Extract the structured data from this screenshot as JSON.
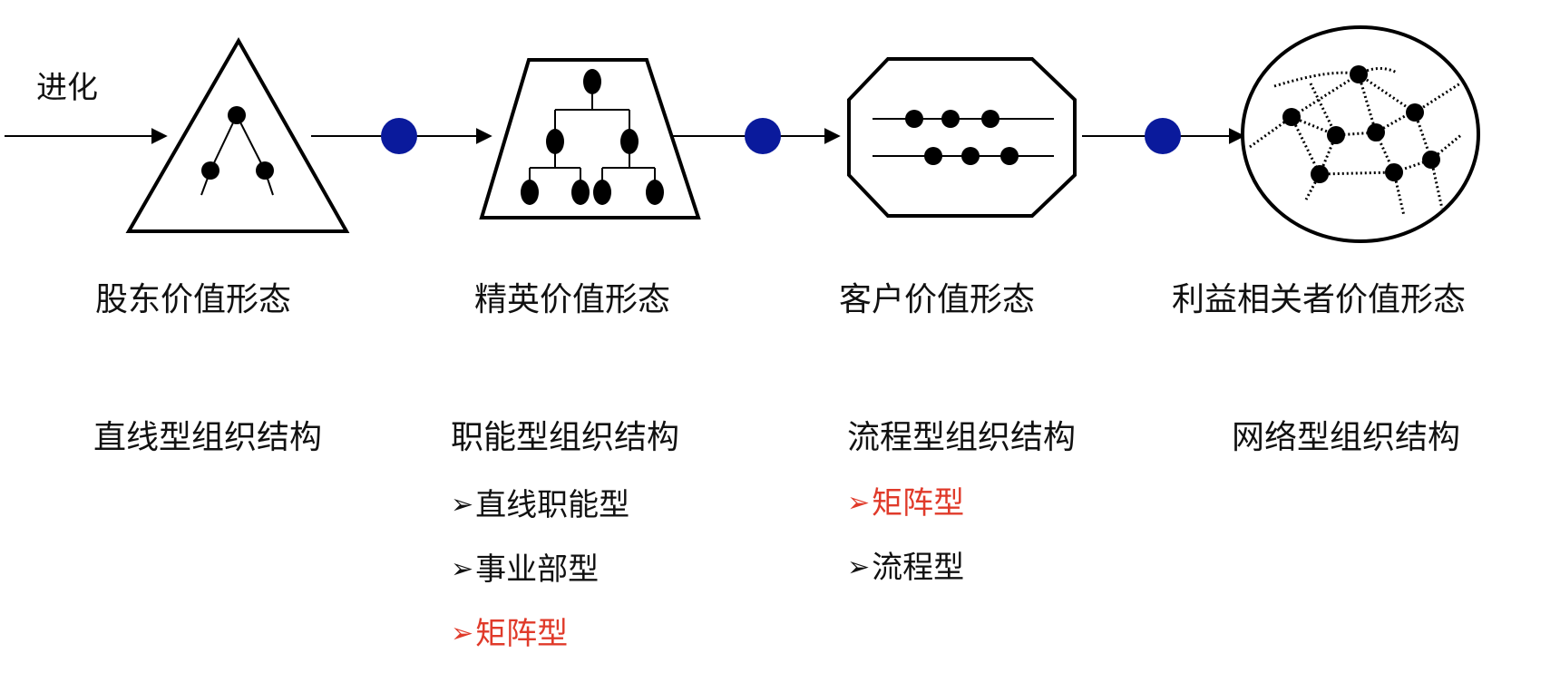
{
  "evolution_label": "进化",
  "stages": [
    {
      "form": "股东价值形态",
      "structure": "直线型组织结构",
      "subtypes": []
    },
    {
      "form": "精英价值形态",
      "structure": "职能型组织结构",
      "subtypes": [
        {
          "label": "直线职能型",
          "color": "#111111"
        },
        {
          "label": "事业部型",
          "color": "#111111"
        },
        {
          "label": "矩阵型",
          "color": "#e03a2a"
        }
      ]
    },
    {
      "form": "客户价值形态",
      "structure": "流程型组织结构",
      "subtypes": [
        {
          "label": "矩阵型",
          "color": "#e03a2a"
        },
        {
          "label": "流程型",
          "color": "#111111"
        }
      ]
    },
    {
      "form": "利益相关者价值形态",
      "structure": "网络型组织结构",
      "subtypes": []
    }
  ],
  "bullet_glyph": "➢",
  "colors": {
    "connector_dot": "#0a1a9c",
    "highlight": "#e03a2a",
    "line": "#000000"
  },
  "icons": [
    "triangle-hierarchy-icon",
    "trapezoid-org-chart-icon",
    "octagon-process-lines-icon",
    "circle-network-icon"
  ]
}
